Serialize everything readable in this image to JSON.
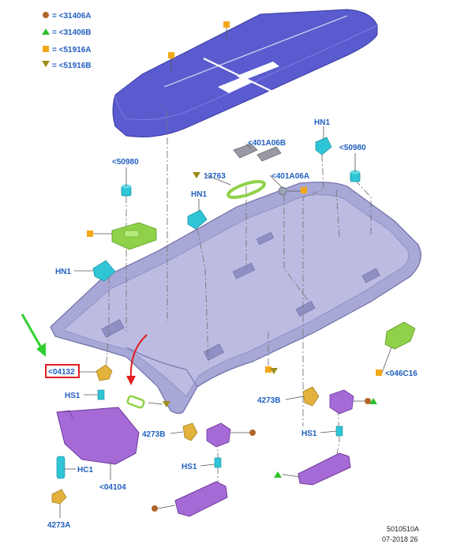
{
  "legend": [
    {
      "symbol": "circle",
      "color": "#b0662a",
      "text": "= <31406A"
    },
    {
      "symbol": "triangle-up",
      "color": "#2ec02e",
      "text": "= <31406B"
    },
    {
      "symbol": "square",
      "color": "#f2a818",
      "text": "= <51916A"
    },
    {
      "symbol": "triangle-down",
      "color": "#9c8c1c",
      "text": "= <51916B"
    }
  ],
  "colors": {
    "roof_panel": "#5b5bd0",
    "headliner": "#a8a8d6",
    "green_part": "#8fd24a",
    "cyan_part": "#2fc5d6",
    "purple_part": "#a66ad6",
    "yellow_part": "#e2b23c",
    "label_blue": "#1f5fbf",
    "arrow_green": "#30d030",
    "arrow_red": "#e02020"
  },
  "labels": {
    "p50980_left": "<50980",
    "p50980_right": "<50980",
    "hn1_top": "HN1",
    "hn1_mid": "HN1",
    "hn1_left": "HN1",
    "p401a06b": "<401A06B",
    "p401a06a": "<401A06A",
    "p13763": "13763",
    "p04132": "<04132",
    "hs1_left": "HS1",
    "hs1_mid": "HS1",
    "hs1_right": "HS1",
    "p4273b_mid": "4273B",
    "p4273b_right": "4273B",
    "hc1": "HC1",
    "p04104": "<04104",
    "p4273a": "4273A",
    "p046c16": "<046C16"
  },
  "footer": {
    "doc_id": "5010510A",
    "date": "07-2018 26"
  }
}
